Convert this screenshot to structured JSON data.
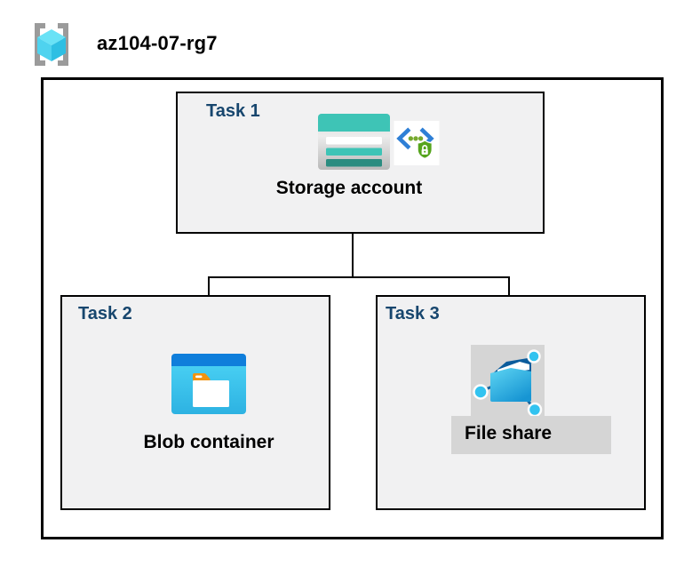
{
  "diagram": {
    "title": "az104-07-rg7",
    "header_icon": "resource-group-icon"
  },
  "tasks": [
    {
      "label": "Task 1",
      "item_label": "Storage account",
      "icons": [
        "storage-account-icon",
        "sas-shield-icon"
      ]
    },
    {
      "label": "Task 2",
      "item_label": "Blob container",
      "icons": [
        "blob-container-icon"
      ]
    },
    {
      "label": "Task 3",
      "item_label": "File share",
      "icons": [
        "file-share-icon"
      ]
    }
  ],
  "colors": {
    "task_label_navy": "#17466E",
    "box_fill": "#F1F1F2",
    "box_border": "#000000",
    "connector": "#000000",
    "storage_teal": "#3EC4B6",
    "storage_teal_dark": "#2A8C80",
    "blob_header_blue": "#0F7EDB",
    "blob_body_blue": "#3BC3EE",
    "folder_tab_orange": "#F2930F",
    "sas_bracket_blue": "#2E7FD6",
    "sas_dot_green": "#76A92F",
    "sas_shield_green": "#55A41C",
    "file_share_folder_blue": "#1B9BD7",
    "node_cyan": "#32C3F0",
    "highlight_gray": "#D5D5D5",
    "rg_cube_cyan": "#5CDCF2",
    "rg_bracket_gray": "#9B9B9B"
  }
}
